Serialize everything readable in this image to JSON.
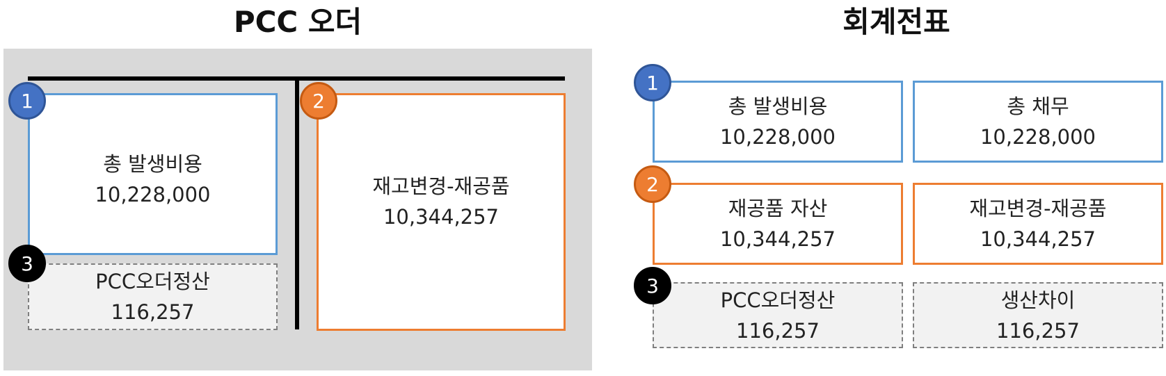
{
  "left": {
    "title": "PCC 오더",
    "total_cost": {
      "label": "총 발생비용",
      "value": "10,228,000"
    },
    "inventory_change": {
      "label": "재고변경-재공품",
      "value": "10,344,257"
    },
    "settlement": {
      "label": "PCC오더정산",
      "value": "116,257"
    }
  },
  "right": {
    "title": "회계전표",
    "total_cost": {
      "label": "총 발생비용",
      "value": "10,228,000"
    },
    "total_liability": {
      "label": "총 채무",
      "value": "10,228,000"
    },
    "wip_asset": {
      "label": "재공품 자산",
      "value": "10,344,257"
    },
    "inventory_change": {
      "label": "재고변경-재공품",
      "value": "10,344,257"
    },
    "settlement": {
      "label": "PCC오더정산",
      "value": "116,257"
    },
    "production_variance": {
      "label": "생산차이",
      "value": "116,257"
    }
  },
  "badges": [
    "1",
    "2",
    "3"
  ],
  "colors": {
    "blue": "#5b9bd5",
    "orange": "#ed7d31",
    "black": "#000000",
    "panel": "#d9d9d9"
  }
}
